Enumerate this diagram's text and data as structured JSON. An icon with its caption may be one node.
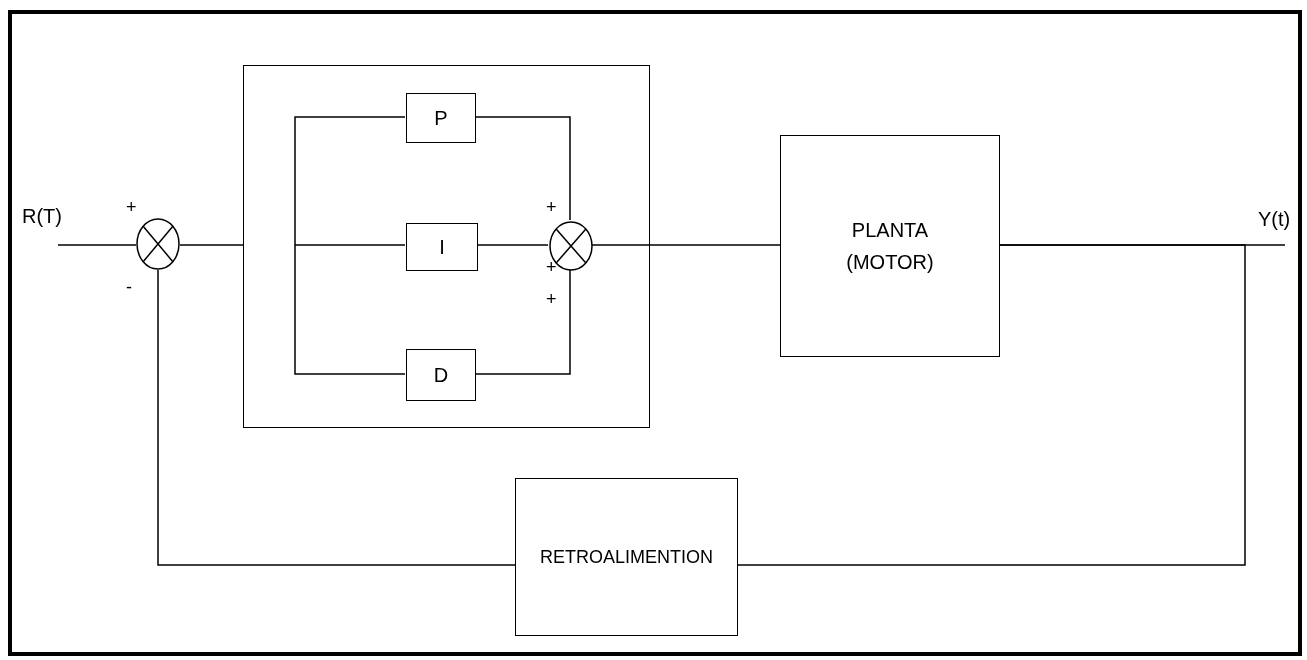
{
  "diagram": {
    "nodes": [
      {
        "text": [],
        "shape": "circle",
        "beside": [
          "+",
          "-"
        ]
      },
      {
        "text": [],
        "shape": "box"
      },
      {
        "text": [
          "P"
        ],
        "in": 1
      },
      {
        "text": [
          "I"
        ],
        "in": 1
      },
      {
        "text": [
          "D"
        ],
        "in": 1
      },
      {
        "text": [],
        "shape": "circle",
        "in": 1,
        "beside": [
          "+",
          "+",
          "+"
        ]
      },
      {
        "text": [
          "PLANTA (MOTOR)"
        ]
      },
      {
        "text": [
          "RETROALIMENTION"
        ]
      }
    ],
    "edges": [
      {
        "from": null,
        "to": 0,
        "arrow": "none"
      },
      {
        "from": 0,
        "to": 1,
        "arrow": "none"
      },
      {
        "from": null,
        "to": 2,
        "arrow": "none"
      },
      {
        "from": null,
        "to": 3,
        "arrow": "none"
      },
      {
        "from": null,
        "to": 4,
        "arrow": "none"
      },
      {
        "from": 2,
        "to": 5,
        "arrow": "none"
      },
      {
        "from": 3,
        "to": 5,
        "arrow": "none"
      },
      {
        "from": 4,
        "to": 5,
        "arrow": "none"
      },
      {
        "from": 5,
        "to": 6,
        "arrow": "none"
      },
      {
        "from": 6,
        "to": null,
        "arrow": "none"
      },
      {
        "from": 6,
        "to": 7,
        "arrow": "none"
      },
      {
        "from": 7,
        "to": 0,
        "arrow": "none"
      }
    ],
    "labels": [
      "R(T)",
      "Y(t)"
    ]
  }
}
